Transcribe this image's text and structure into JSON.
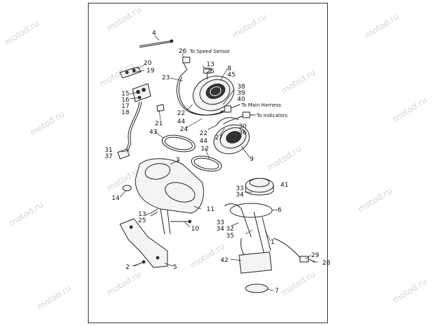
{
  "watermark": "motod.ru",
  "notes": {
    "speed_sensor": "To Speed Sensor",
    "main_harness": "To Main Harness",
    "indicators": "To Indicators"
  },
  "callouts": {
    "c4": "4",
    "c26": "26",
    "c20": "20",
    "c19": "19",
    "c13a": "13",
    "c25a": "25",
    "c8": "8",
    "c45": "45",
    "c23": "23",
    "c15": "15",
    "c16": "16",
    "c17": "17",
    "c18": "18",
    "c38": "38",
    "c39": "39",
    "c40": "40",
    "c22a": "22",
    "c44a": "44",
    "c21": "21",
    "c30": "30",
    "c36": "36",
    "c24": "24",
    "c43": "43",
    "c22b": "22",
    "c44b": "44",
    "c27": "27",
    "c12": "12",
    "c31": "31",
    "c37": "37",
    "c9": "9",
    "c3": "3",
    "c41": "41",
    "c33a": "33",
    "c34a": "34",
    "c14": "14",
    "c6": "6",
    "c11": "11",
    "c13b": "13",
    "c25b": "25",
    "c10": "10",
    "c33b": "33",
    "c34b": "34",
    "c32": "32",
    "c35": "35",
    "c1": "1",
    "c29": "29",
    "c28": "28",
    "c42": "42",
    "c2": "2",
    "c5": "5",
    "c7": "7"
  }
}
